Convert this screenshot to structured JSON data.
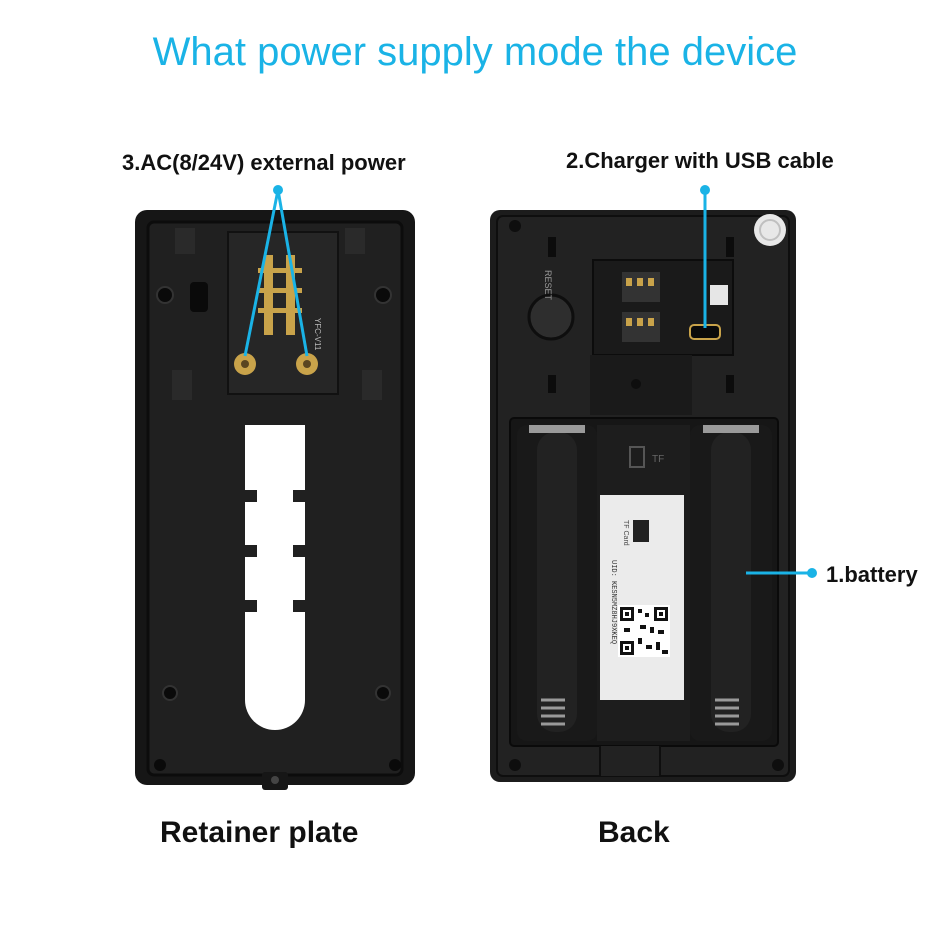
{
  "title": "What power supply mode the device",
  "callouts": {
    "ac": "3.AC(8/24V) external power",
    "usb": "2.Charger with USB cable",
    "battery": "1.battery"
  },
  "captions": {
    "left": "Retainer plate",
    "right": "Back"
  },
  "device_text": {
    "reset": "RESET",
    "tf": "TF",
    "tf_card": "TF Card",
    "uid": "UID: KESN5MZ8HJ9XKEQ",
    "pcb": "YFC-V11"
  },
  "colors": {
    "accent": "#1ab3e6",
    "device": "#1c1c1c",
    "device_edge": "#0e0e0e",
    "gold": "#c9a34a"
  }
}
